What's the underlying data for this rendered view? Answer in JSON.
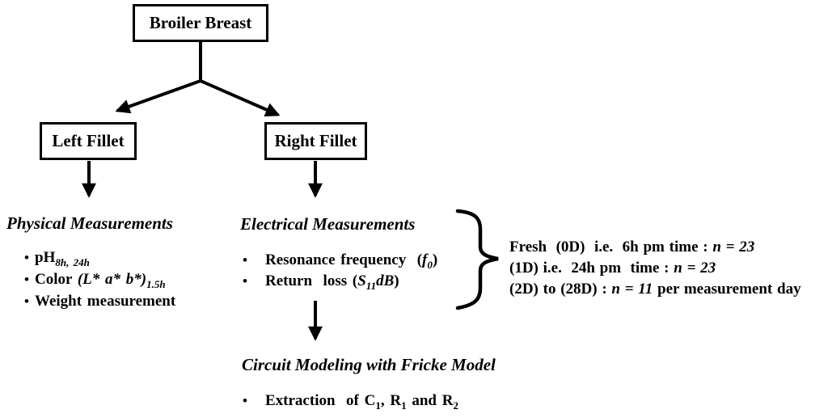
{
  "bullet": "•",
  "colors": {
    "ink": "#000000",
    "paper": "#ffffff"
  },
  "nodes": {
    "root": {
      "label": "Broiler Breast"
    },
    "left": {
      "label": "Left Fillet"
    },
    "right": {
      "label": "Right Fillet"
    }
  },
  "physical": {
    "heading": "Physical Measurements",
    "items": {
      "ph": {
        "pre": "pH",
        "sub": "8h, 24h"
      },
      "color": {
        "pre": "Color ",
        "it": "(L* a* b*)",
        "sub": "1.5h"
      },
      "weight": {
        "text": "Weight measurement"
      }
    }
  },
  "electrical": {
    "heading": "Electrical Measurements",
    "items": {
      "resonance": {
        "pre": "Resonance frequency  (",
        "it": "f",
        "sub": "0",
        "post": ")"
      },
      "return_loss": {
        "pre": "Return  loss (",
        "it": "S",
        "sub": "11",
        "it2": "dB",
        "post": ")"
      }
    }
  },
  "sampling": {
    "line1": {
      "pre": "Fresh  (0D)  i.e.  6h pm time : ",
      "it": "n = 23",
      "post": ""
    },
    "line2": {
      "pre": "(1D) i.e.  24h pm  time : ",
      "it": "n = 23",
      "post": ""
    },
    "line3": {
      "pre": "(2D) to (28D) : ",
      "it": "n = 11",
      "post": " per measurement day"
    }
  },
  "modeling": {
    "heading": "Circuit Modeling with Fricke Model",
    "item": {
      "p1": "Extraction  of C",
      "s1": "1",
      "p2": ", R",
      "s2": "1",
      "p3": " and R",
      "s3": "2"
    }
  }
}
